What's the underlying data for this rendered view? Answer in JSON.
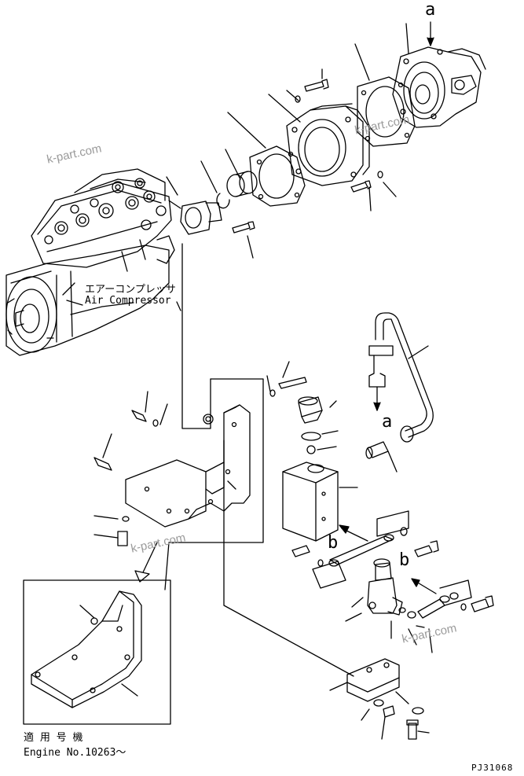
{
  "callouts": {
    "view_a_top": "a",
    "view_a_arrow": "a",
    "view_b_left": "b",
    "view_b_right": "b"
  },
  "compressor": {
    "label_jp": "エアーコンプレッサ",
    "label_en": "Air Compressor"
  },
  "inset": {
    "applicability_jp": "適 用 号 機",
    "applicability_en": "Engine No.10263～"
  },
  "drawing_code": "PJ31068",
  "watermarks": [
    "k-part.com",
    "k-part.com",
    "k-part.com",
    "k-part.com"
  ]
}
